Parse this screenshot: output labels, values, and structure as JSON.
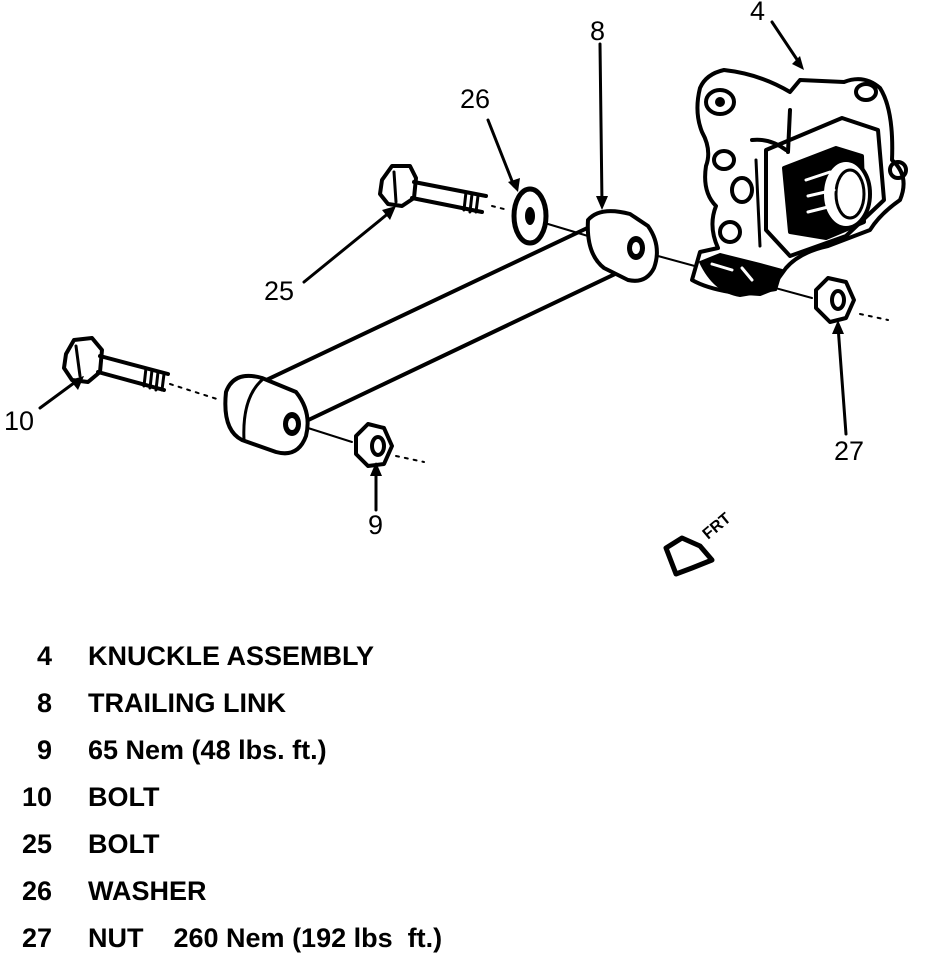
{
  "callouts": {
    "c4": "4",
    "c8": "8",
    "c26": "26",
    "c25": "25",
    "c10": "10",
    "c9": "9",
    "c27": "27"
  },
  "front_indicator": "FRT",
  "legend": [
    {
      "number": "4",
      "text": "KNUCKLE ASSEMBLY"
    },
    {
      "number": "8",
      "text": "TRAILING LINK"
    },
    {
      "number": "9",
      "text": "65 Nem (48 lbs. ft.)"
    },
    {
      "number": "10",
      "text": "BOLT"
    },
    {
      "number": "25",
      "text": "BOLT"
    },
    {
      "number": "26",
      "text": "WASHER"
    },
    {
      "number": "27",
      "text": "NUT    260 Nem (192 lbs  ft.)"
    }
  ]
}
